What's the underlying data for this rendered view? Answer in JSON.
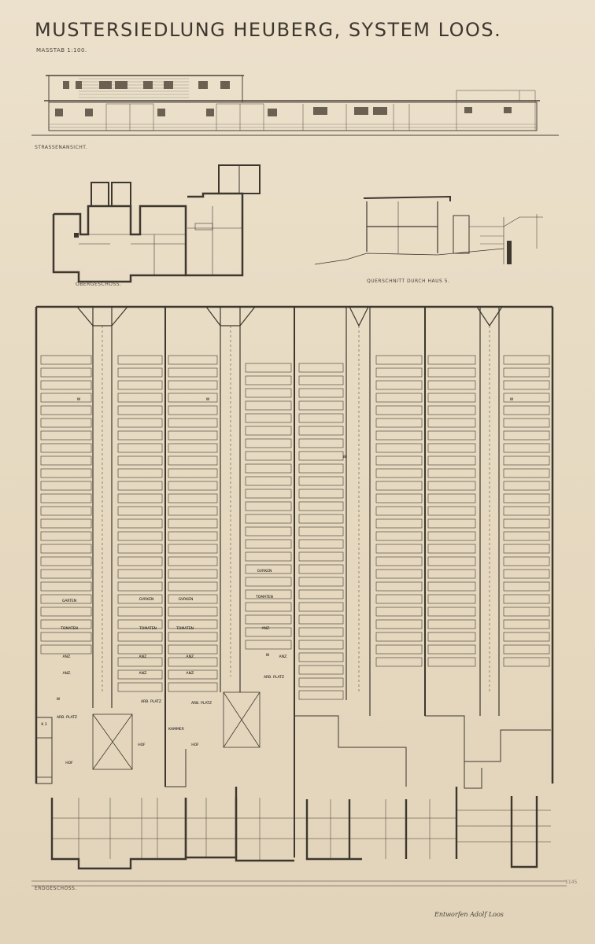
{
  "title": "MUSTERSIEDLUNG HEUBERG, SYSTEM LOOS.",
  "scale": "MASSTAB 1:100.",
  "labels": {
    "street_view": "STRASSENANSICHT.",
    "upper_floor": "OBERGESCHOSS.",
    "section": "QUERSCHNITT DURCH HAUS 5.",
    "ground_floor": "ERDGESCHOSS.",
    "signature": "Entworfen Adolf Loos",
    "pencil_note": "1145"
  },
  "plan_labels": {
    "garden_bed": "GARTEN",
    "tomatoes": "TOMATEN",
    "cucumbers": "GVRKEN",
    "anz": "ANZ.",
    "work_place": "ARB. PLATZ",
    "courtyard": "HOF",
    "chambers": "KAMMER",
    "k3": "K 3",
    "w": "W"
  }
}
